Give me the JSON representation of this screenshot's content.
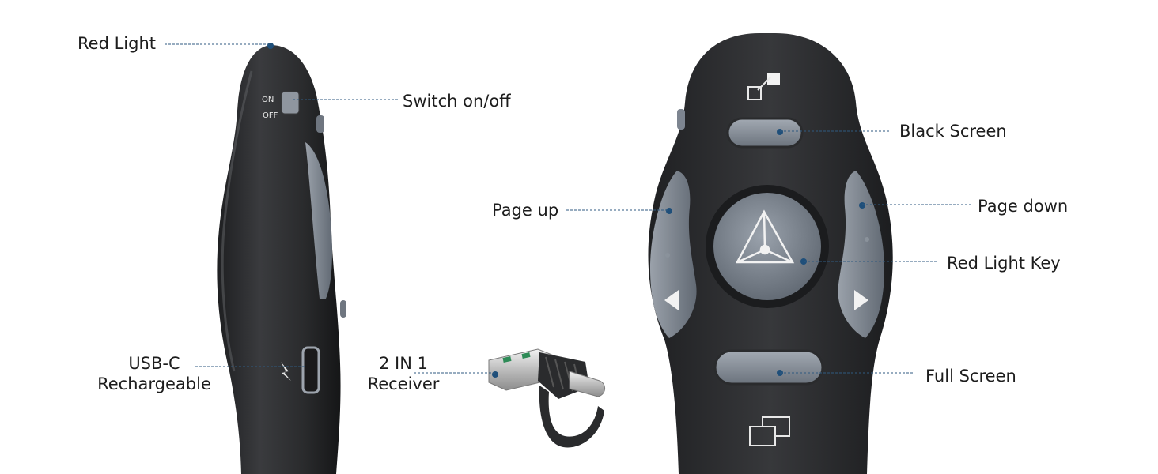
{
  "image": {
    "subject": "wireless presenter remote with USB-C / USB-A 2-in-1 receiver",
    "colors": {
      "body": "#2b2c2e",
      "body_highlight": "#4a4b4e",
      "buttons": "#7d8590",
      "button_highlight": "#a7aeb7",
      "leader_line": "#2f5a80",
      "dot": "#1f4f7a",
      "background": "#ffffff"
    }
  },
  "side_view": {
    "switch_marks": {
      "on": "ON",
      "off": "OFF"
    },
    "callouts": {
      "red_light": "Red Light",
      "switch": "Switch on/off",
      "usbc_line1": "USB-C",
      "usbc_line2": "Rechargeable"
    }
  },
  "receiver": {
    "callout_line1": "2 IN 1",
    "callout_line2": "Receiver"
  },
  "front_view": {
    "icons": [
      "black-screen-icon",
      "laser-icon",
      "arrow-left-icon",
      "arrow-right-icon",
      "full-screen-icon"
    ],
    "callouts": {
      "black_screen": "Black Screen",
      "page_up": "Page up",
      "page_down": "Page down",
      "red_light_key": "Red Light Key",
      "full_screen": "Full Screen"
    }
  }
}
